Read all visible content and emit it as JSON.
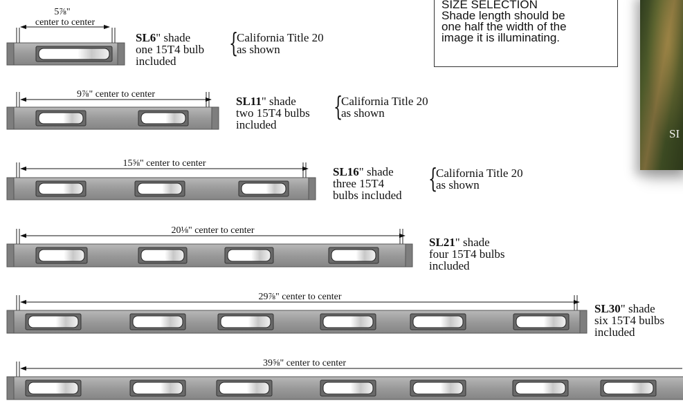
{
  "colors": {
    "shade_body": "#9a9a9a",
    "bulb_slot": "#6a6a6a",
    "bulb_glass": "#ffffff",
    "photo_dark": "#3c4a22"
  },
  "size_selection": {
    "heading": "SIZE SELECTION",
    "lines": [
      "Shade length should be",
      "one half the width of the",
      "image it is illuminating."
    ]
  },
  "photo": {
    "caption": "SI",
    "icon": "artwork-photo"
  },
  "shades": [
    {
      "dimension": "5⅞\"",
      "dimension_line2": "center to center",
      "model": "SL6",
      "model_suffix": "\" shade",
      "desc_lines": [
        "one 15T4 bulb",
        "included"
      ],
      "note_lines": [
        "California Title 20",
        "as shown"
      ],
      "bulbs": 1
    },
    {
      "dimension": "9⅞\" center to center",
      "model": "SL11",
      "model_suffix": "\" shade",
      "desc_lines": [
        "two 15T4 bulbs",
        "included"
      ],
      "note_lines": [
        "California Title 20",
        "as shown"
      ],
      "bulbs": 2
    },
    {
      "dimension": "15⅝\" center to center",
      "model": "SL16",
      "model_suffix": "\" shade",
      "desc_lines": [
        "three 15T4",
        "bulbs included"
      ],
      "note_lines": [
        "California Title 20",
        "as shown"
      ],
      "bulbs": 3
    },
    {
      "dimension": "20⅛\" center to center",
      "model": "SL21",
      "model_suffix": "\" shade",
      "desc_lines": [
        "four 15T4 bulbs",
        "included"
      ],
      "note_lines": [],
      "bulbs": 4
    },
    {
      "dimension": "29⅞\" center to center",
      "model": "SL30",
      "model_suffix": "\" shade",
      "desc_lines": [
        "six 15T4 bulbs",
        "included"
      ],
      "note_lines": [],
      "bulbs": 6
    },
    {
      "dimension": "39⅝\" center to center",
      "model": "",
      "model_suffix": "",
      "desc_lines": [],
      "note_lines": [],
      "bulbs": 8
    }
  ]
}
